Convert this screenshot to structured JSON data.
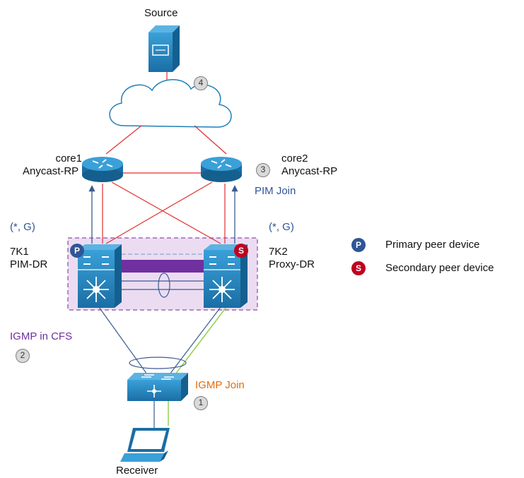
{
  "nodes": {
    "source": "Source",
    "core1": [
      "core1",
      "Anycast-RP"
    ],
    "core2": [
      "core2",
      "Anycast-RP"
    ],
    "k7_1": [
      "7K1",
      "PIM-DR"
    ],
    "k7_2": [
      "7K2",
      "Proxy-DR"
    ],
    "receiver": "Receiver"
  },
  "labels": {
    "pim_join": "PIM Join",
    "star_g_left": "(*, G)",
    "star_g_right": "(*, G)",
    "igmp_cfs": "IGMP in CFS",
    "igmp_join": "IGMP Join"
  },
  "steps": [
    "1",
    "2",
    "3",
    "4"
  ],
  "badges": {
    "primary": "P",
    "secondary": "S"
  },
  "legend": [
    {
      "badge": "P",
      "text": "Primary peer device",
      "color": "#2f5597"
    },
    {
      "badge": "S",
      "text": "Secondary peer device",
      "color": "#c00020"
    }
  ],
  "colors": {
    "device_blue": "#1f7fb8",
    "red_link": "#e03030",
    "purple_arrow": "#7030a0",
    "vpc_domain": "#e8d9ef",
    "igmp_join_line": "#92d050"
  }
}
